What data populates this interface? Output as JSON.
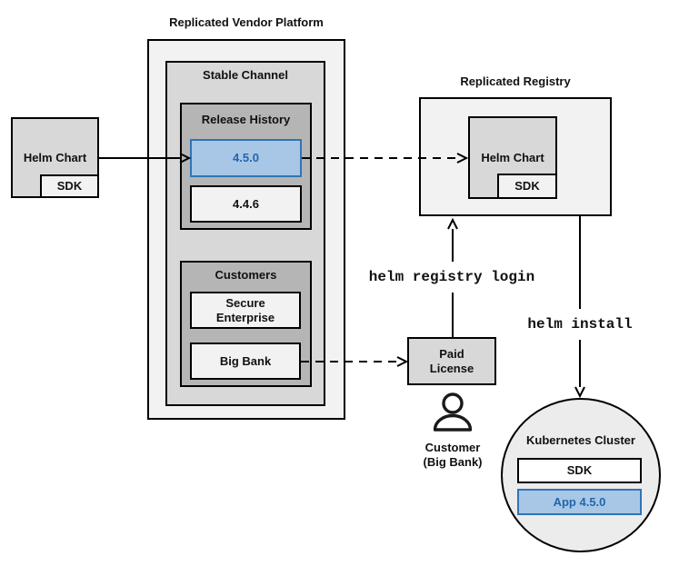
{
  "colors": {
    "highlight_fill": "#a8c7e7",
    "highlight_border": "#2e75b6",
    "highlight_text": "#2166ab",
    "box_light": "#f2f2f2",
    "box_mid": "#d8d8d8",
    "box_dark": "#b5b5b5",
    "cluster_fill": "#ececec",
    "line": "#000000"
  },
  "vendor_platform": {
    "title": "Replicated Vendor Platform",
    "stable_channel": {
      "title": "Stable Channel"
    },
    "release_history": {
      "title": "Release History",
      "releases": [
        {
          "version": "4.5.0",
          "highlighted": true
        },
        {
          "version": "4.4.6",
          "highlighted": false
        }
      ]
    },
    "customers": {
      "title": "Customers",
      "items": [
        {
          "name": "Secure Enterprise"
        },
        {
          "name": "Big Bank"
        }
      ]
    }
  },
  "source_chart": {
    "label": "Helm Chart",
    "sdk": "SDK"
  },
  "registry": {
    "title": "Replicated Registry",
    "helm_chart": {
      "label": "Helm Chart",
      "sdk": "SDK"
    }
  },
  "paid_license": {
    "label": "Paid License"
  },
  "customer": {
    "line1": "Customer",
    "line2": "(Big Bank)"
  },
  "cluster": {
    "title": "Kubernetes Cluster",
    "sdk": "SDK",
    "app": "App 4.5.0"
  },
  "commands": {
    "registry_login": "helm registry login",
    "install": "helm install"
  }
}
